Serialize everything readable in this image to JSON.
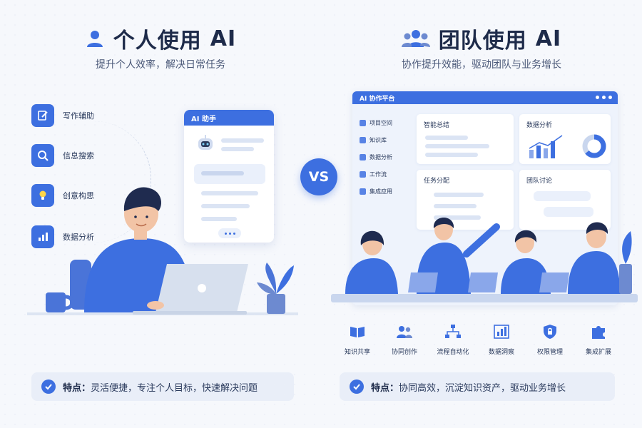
{
  "personal": {
    "title_prefix": "个人使用",
    "title_ai": "AI",
    "subtitle": "提升个人效率，解决日常任务",
    "features": [
      {
        "label": "写作辅助",
        "icon": "edit-icon"
      },
      {
        "label": "信息搜索",
        "icon": "search-icon"
      },
      {
        "label": "创意构思",
        "icon": "lightbulb-icon"
      },
      {
        "label": "数据分析",
        "icon": "bar-chart-icon"
      }
    ],
    "assistant_title": "AI 助手",
    "footer_label": "特点：",
    "footer_text": "灵活便捷，专注个人目标，快速解决问题"
  },
  "vs_label": "VS",
  "team": {
    "title_prefix": "团队使用",
    "title_ai": "AI",
    "subtitle": "协作提升效能，驱动团队与业务增长",
    "platform": {
      "title": "AI 协作平台",
      "sidebar": [
        {
          "label": "项目空间",
          "icon": "folder-icon"
        },
        {
          "label": "知识库",
          "icon": "book-icon"
        },
        {
          "label": "数据分析",
          "icon": "chart-icon"
        },
        {
          "label": "工作流",
          "icon": "workflow-icon"
        },
        {
          "label": "集成应用",
          "icon": "grid-icon"
        }
      ],
      "cards": {
        "summary": "智能总结",
        "analysis": "数据分析",
        "tasks": "任务分配",
        "discussion": "团队讨论"
      }
    },
    "tools": [
      {
        "label": "知识共享",
        "icon": "book-open-icon"
      },
      {
        "label": "协同创作",
        "icon": "users-icon"
      },
      {
        "label": "流程自动化",
        "icon": "flow-icon"
      },
      {
        "label": "数据洞察",
        "icon": "bar-chart-icon"
      },
      {
        "label": "权限管理",
        "icon": "shield-lock-icon"
      },
      {
        "label": "集成扩展",
        "icon": "puzzle-icon"
      }
    ],
    "footer_label": "特点：",
    "footer_text": "协同高效，沉淀知识资产，驱动业务增长"
  },
  "colors": {
    "accent": "#3d6fe0",
    "dark": "#1e2b4a",
    "panel": "#eef3fc"
  }
}
